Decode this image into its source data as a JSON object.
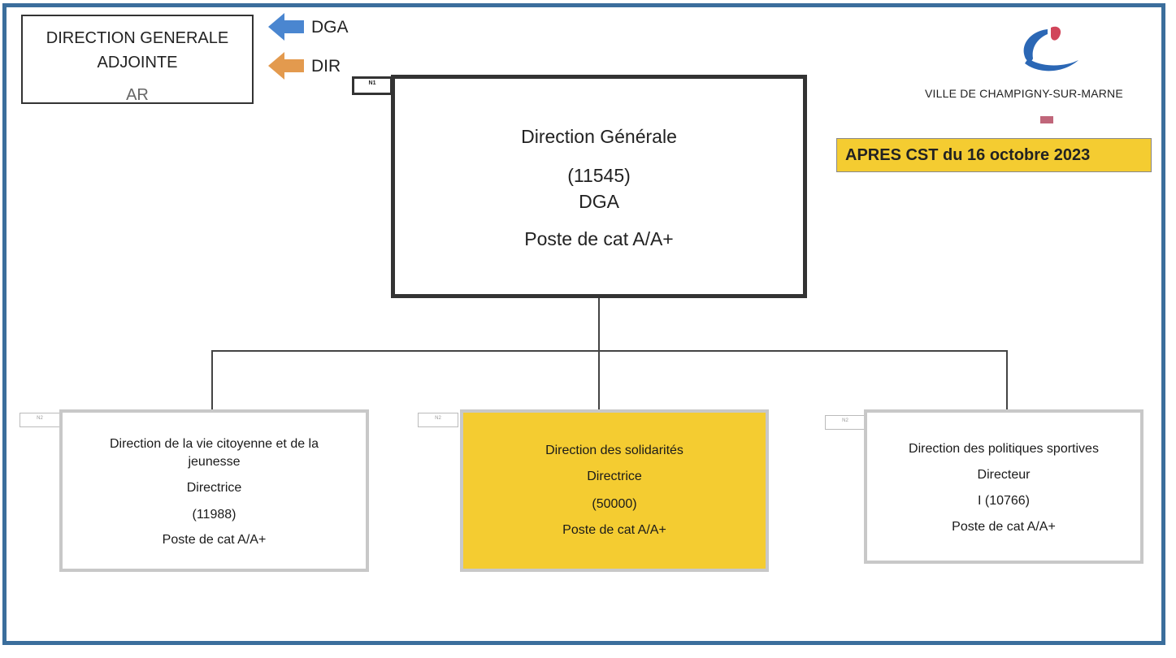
{
  "legend": {
    "title_line1": "DIRECTION GENERALE",
    "title_line2": "ADJOINTE",
    "subtitle": "AR",
    "dga_label": "DGA",
    "dir_label": "DIR",
    "dga_arrow_color": "#4a86d0",
    "dir_arrow_color": "#e39a4e"
  },
  "header": {
    "city_name": "VILLE DE CHAMPIGNY-SUR-MARNE",
    "status_badge": "APRES CST du 16 octobre 2023",
    "logo": "champigny-logo"
  },
  "org_chart": {
    "root": {
      "tag": "N1",
      "title": "Direction Générale",
      "code": "(11545)",
      "role": "DGA",
      "category": "Poste de cat A/A+"
    },
    "children": [
      {
        "tag": "N2",
        "title_line1": "Direction de la vie citoyenne et de la",
        "title_line2": "jeunesse",
        "role": "Directrice",
        "code": "(11988)",
        "category": "Poste de cat A/A+",
        "highlight": false
      },
      {
        "tag": "N2",
        "title": "Direction des solidarités",
        "role": "Directrice",
        "code": "(50000)",
        "category": "Poste de cat A/A+",
        "highlight": true,
        "highlight_color": "#f4cc31"
      },
      {
        "tag": "N2",
        "title": "Direction des politiques sportives",
        "role": "Directeur",
        "code": "I (10766)",
        "category": "Poste de cat A/A+",
        "highlight": false
      }
    ]
  }
}
